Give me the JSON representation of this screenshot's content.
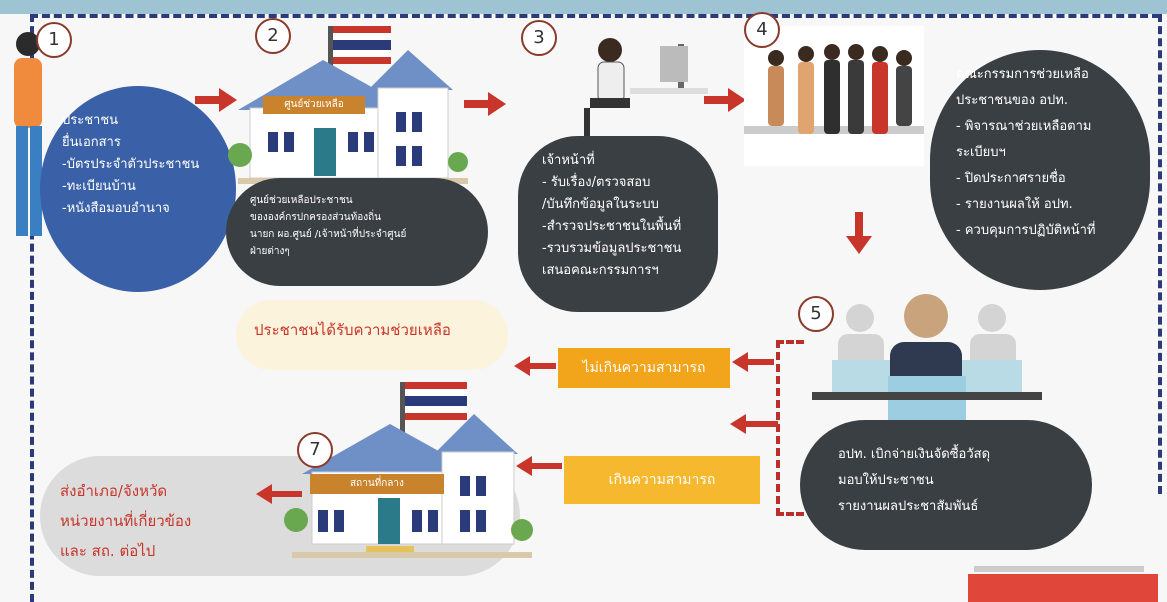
{
  "steps": [
    {
      "num": "1",
      "lines": [
        "ประชาชน",
        "ยื่นเอกสาร",
        "-บัตรประจำตัวประชาชน",
        "-ทะเบียนบ้าน",
        "-หนังสือมอบอำนาจ"
      ]
    },
    {
      "num": "2",
      "sign": "ศูนย์ช่วยเหลือ",
      "lines": [
        "ศูนย์ช่วยเหลือประชาชน",
        "ขององค์กรปกครองส่วนท้องถิ่น",
        "นายก  ผอ.ศูนย์  /เจ้าหน้าที่ประจำศูนย์",
        "ฝ่ายต่างๆ"
      ]
    },
    {
      "num": "3",
      "lines": [
        "เจ้าหน้าที่",
        "- รับเรื่อง/ตรวจสอบ",
        "/บันทึกข้อมูลในระบบ",
        "-สำรวจประชาชนในพื้นที่",
        "-รวบรวมข้อมูลประชาชน",
        "เสนอคณะกรรมการฯ"
      ]
    },
    {
      "num": "4",
      "lines": [
        "คณะกรรมการช่วยเหลือ",
        "ประชาชนของ อปท.",
        "-  พิจารณาช่วยเหลือตาม",
        "ระเบียบฯ",
        "- ปิดประกาศรายชื่อ",
        "- รายงานผลให้ อปท.",
        "- ควบคุมการปฏิบัติหน้าที่"
      ]
    },
    {
      "num": "5",
      "lines": [
        "อปท. เบิกจ่ายเงินจัดซื้อวัสดุ",
        "มอบให้ประชาชน",
        "รายงานผลประชาสัมพันธ์"
      ]
    },
    {
      "num": "7",
      "sign": "สถานที่กลาง",
      "lines": [
        "ส่งอำเภอ/จังหวัด",
        "หน่วยงานที่เกี่ยวข้อง",
        "และ สถ. ต่อไป"
      ]
    }
  ],
  "outcome": "ประชาชนได้รับความช่วยเหลือ",
  "within_capacity": "ไม่เกินความสามารถ",
  "beyond_capacity": "เกินความสามารถ",
  "colors": {
    "blue": "#3a61a8",
    "dark": "#3a3f44",
    "red": "#c8352b",
    "orange": "#f2a41b"
  }
}
